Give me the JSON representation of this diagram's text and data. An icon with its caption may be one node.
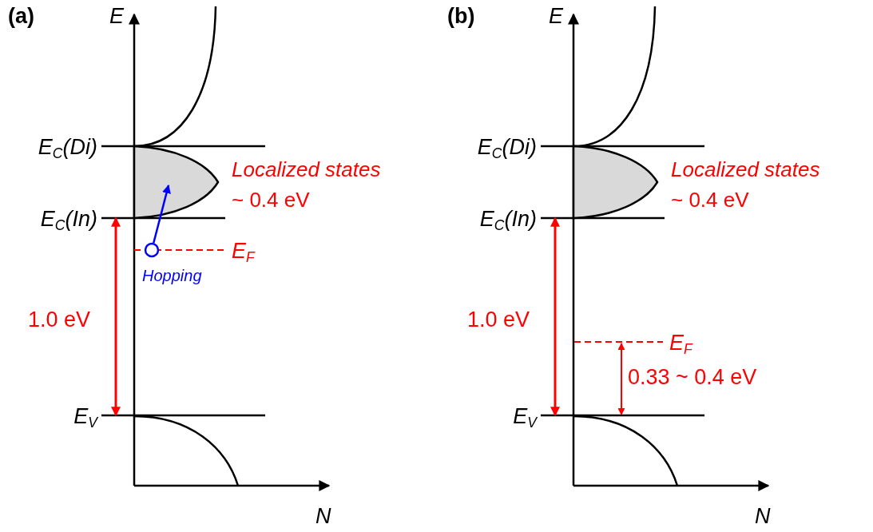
{
  "diagram": {
    "nodes": [
      {
        "text": [],
        "shape": "region",
        "beside": [
          "Localized states",
          "~ 0.4 eV"
        ]
      },
      {
        "text": [],
        "shape": "circle",
        "beside": [
          "Hopping"
        ]
      },
      {
        "text": [],
        "shape": "region",
        "beside": [
          "Localized states",
          "~ 0.4 eV"
        ]
      }
    ],
    "edges": [
      {
        "from": 1,
        "to": 0,
        "arrow": "to",
        "color": "#0000ff"
      }
    ],
    "labels": [
      "(a)",
      "E",
      "(b)",
      "E",
      "E$_{C}$(Di)",
      "E$_{C}$(Di)",
      "E$_{C}$(In)",
      "E$_{C}$(In)",
      "E$_{F}$",
      "1.0 eV",
      "1.0 eV",
      "E$_{F}$",
      "0.33 ~ 0.4 eV",
      "E$_{V}$",
      "E$_{V}$",
      "N",
      "N"
    ]
  }
}
